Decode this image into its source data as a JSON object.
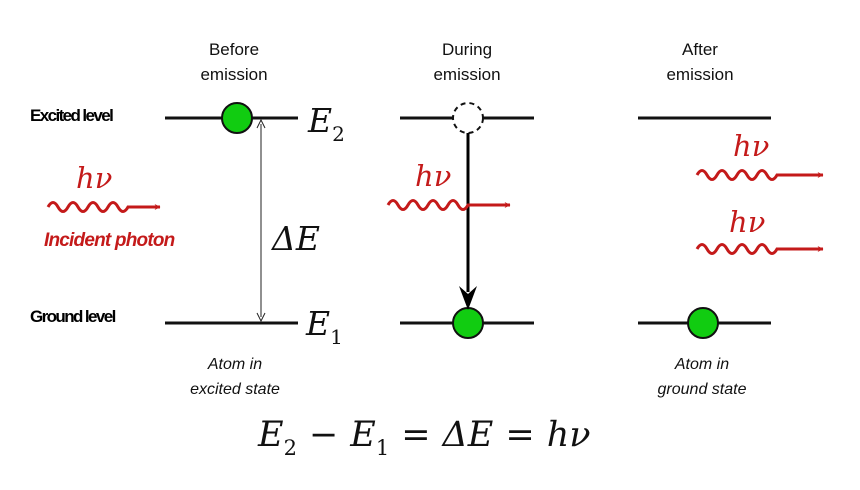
{
  "colors": {
    "level_line": "#111111",
    "atom_fill": "#11cc11",
    "photon": "#c41a1a",
    "text": "#111111"
  },
  "level_labels": {
    "excited": "Excited level",
    "ground": "Ground level"
  },
  "stages": [
    {
      "header_line1": "Before",
      "header_line2": "emission",
      "caption_line1": "Atom in",
      "caption_line2": "excited state"
    },
    {
      "header_line1": "During",
      "header_line2": "emission"
    },
    {
      "header_line1": "After",
      "header_line2": "emission",
      "caption_line1": "Atom in",
      "caption_line2": "ground state"
    }
  ],
  "symbols": {
    "e2_base": "E",
    "e2_sub": "2",
    "e1_base": "E",
    "e1_sub": "1",
    "delta_e": "ΔE",
    "h": "h",
    "nu": "ν"
  },
  "incident_label": "Incident photon",
  "equation": {
    "E": "E",
    "sub2": "2",
    "minus": "−",
    "sub1": "1",
    "eq": "=",
    "deltaE": "ΔE",
    "h": "h",
    "nu": "ν"
  }
}
